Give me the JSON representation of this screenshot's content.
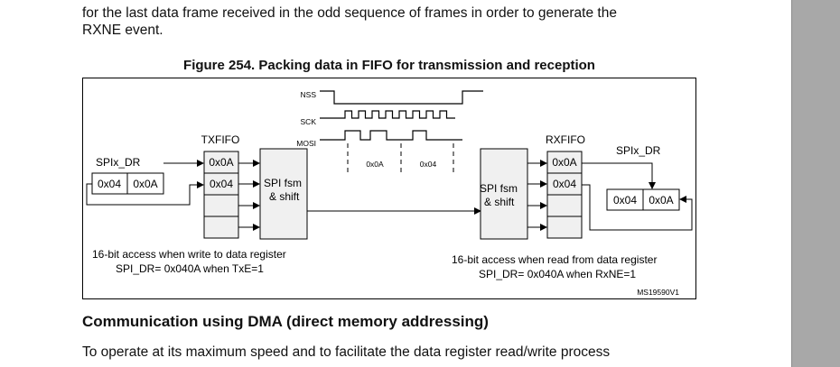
{
  "document": {
    "partial_line": "for the last data frame received in the odd sequence of frames in order to generate the",
    "line2": "RXNE event.",
    "figure_title": "Figure 254.  Packing data in FIFO for transmission and reception",
    "section_heading": "Communication using DMA (direct memory addressing)",
    "body_line": "To operate at its maximum speed and to facilitate the data register read/write process"
  },
  "figure": {
    "signals": {
      "nss": "NSS",
      "sck": "SCK",
      "mosi": "MOSI"
    },
    "mosi_bytes": [
      "0x0A",
      "0x04"
    ],
    "tx": {
      "spix_dr": "SPIx_DR",
      "dr_bytes": [
        "0x04",
        "0x0A"
      ],
      "fifo_label": "TXFIFO",
      "fifo_cells": [
        "0x0A",
        "0x04",
        "",
        ""
      ],
      "fsm": [
        "SPI fsm",
        "& shift"
      ],
      "note1": "16-bit access when write to data register",
      "note2": "SPI_DR= 0x040A when TxE=1"
    },
    "rx": {
      "fifo_label": "RXFIFO",
      "fifo_cells": [
        "0x0A",
        "0x04",
        "",
        ""
      ],
      "spix_dr": "SPIx_DR",
      "dr_bytes": [
        "0x04",
        "0x0A"
      ],
      "fsm": [
        "SPI fsm",
        "& shift"
      ],
      "note1": "16-bit access when read from data register",
      "note2": "SPI_DR= 0x040A when RxNE=1"
    },
    "ref": "MS19590V1"
  }
}
